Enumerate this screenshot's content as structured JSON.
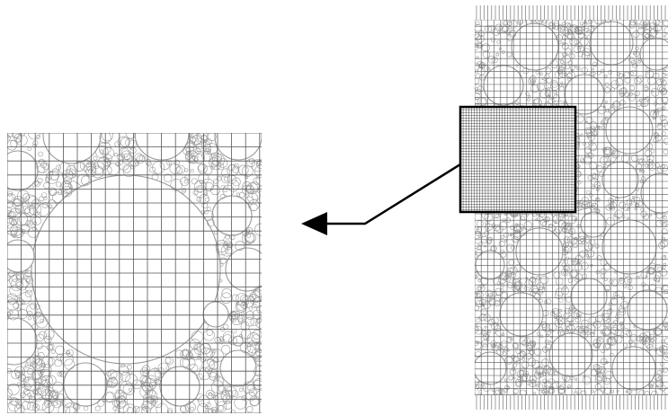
{
  "figure": {
    "description_visible_text": [],
    "left_panel": {
      "kind": "zoomed-mesh",
      "large_aggregate": true
    },
    "right_panel": {
      "kind": "full-specimen-mesh",
      "has_boundary_arrows_top": true,
      "has_boundary_arrows_bottom": true
    },
    "callout": {
      "kind": "zoom-box-with-arrow"
    },
    "colors": {
      "background": "#ffffff",
      "grid": "#555555",
      "aggregate": "#9a9a9a",
      "frame": "#000000"
    }
  }
}
